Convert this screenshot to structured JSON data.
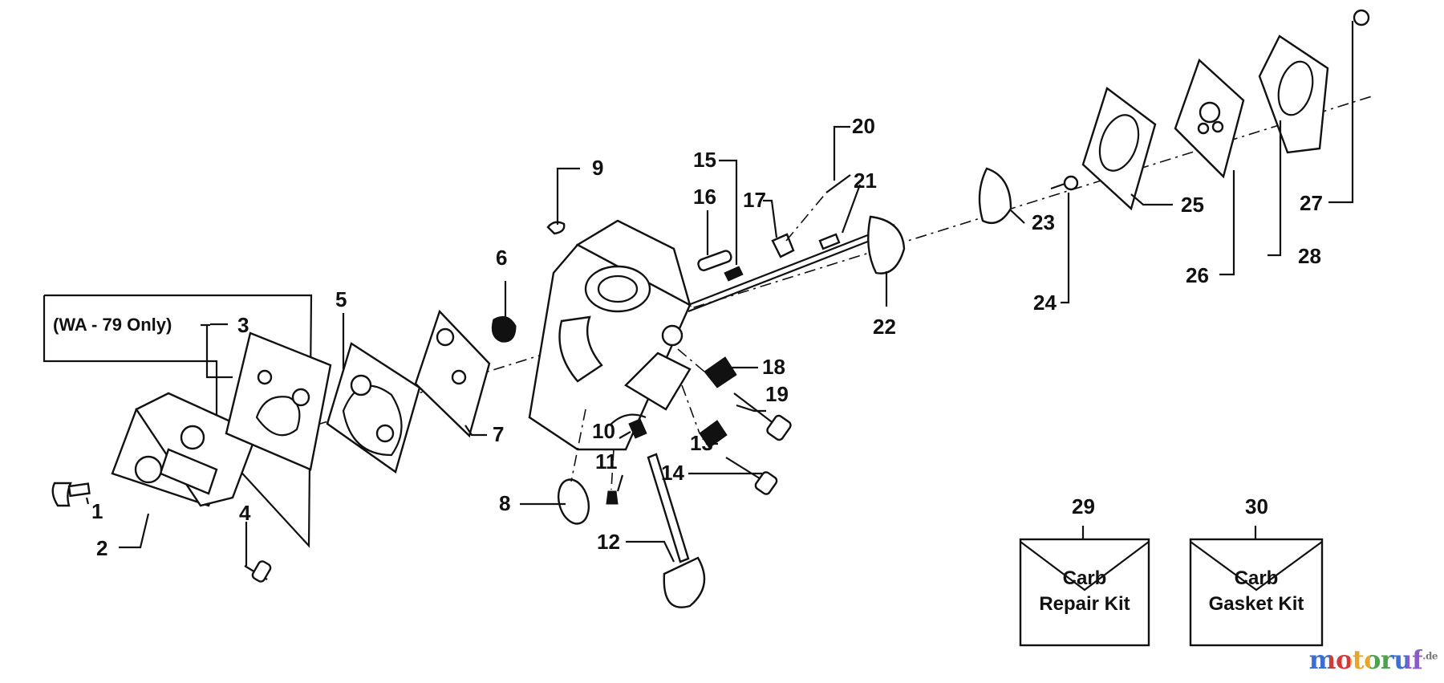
{
  "callouts": {
    "c1": "1",
    "c2": "2",
    "c3": "3",
    "c4": "4",
    "c5": "5",
    "c6": "6",
    "c7": "7",
    "c8": "8",
    "c9": "9",
    "c10": "10",
    "c11": "11",
    "c12": "12",
    "c13": "13",
    "c14": "14",
    "c15": "15",
    "c16": "16",
    "c17": "17",
    "c18": "18",
    "c19": "19",
    "c20": "20",
    "c21": "21",
    "c22": "22",
    "c23": "23",
    "c24": "24",
    "c25": "25",
    "c26": "26",
    "c27": "27",
    "c28": "28",
    "c29": "29",
    "c30": "30"
  },
  "note": "(WA - 79 Only)",
  "kits": {
    "repair": {
      "line1": "Carb",
      "line2": "Repair Kit"
    },
    "gasket": {
      "line1": "Carb",
      "line2": "Gasket Kit"
    }
  },
  "watermark": {
    "brand": "motoruf",
    "suffix": ".de"
  }
}
